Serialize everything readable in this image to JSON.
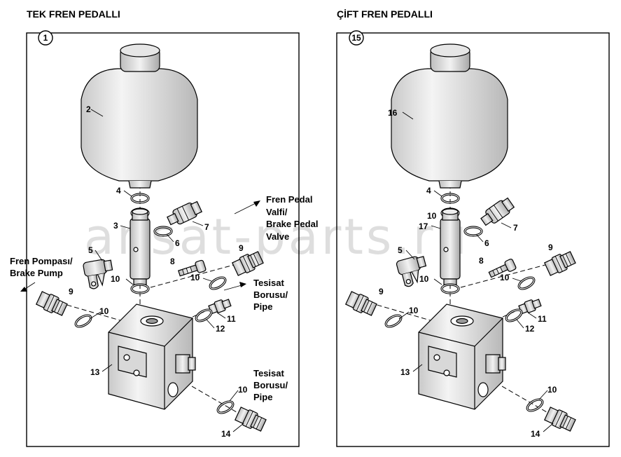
{
  "panels": [
    {
      "title": "TEK FREN PEDALLI",
      "number": "1",
      "callouts": {
        "accumulator": "2",
        "o_ring_top": "4",
        "valve_body": "3",
        "elbow": "7",
        "o_ring_mid": "6",
        "banjo": "5",
        "fitting_upper_right": "9",
        "bolt": "8",
        "o_ring_right": "10",
        "o_ring_center": "10",
        "fitting_left": "9",
        "o_ring_left": "10",
        "small_fitting": "11",
        "small_o_ring": "12",
        "manifold": "13",
        "o_ring_bottom": "10",
        "bottom_fitting": "14"
      },
      "notes": {
        "pedal_valve": [
          "Fren Pedal",
          "Valfi/",
          "Brake Pedal",
          "Valve"
        ],
        "pump": [
          "Fren Pompası/",
          "Brake Pump"
        ],
        "pipe_upper": [
          "Tesisat",
          "Borusu/",
          "Pipe"
        ],
        "pipe_lower": [
          "Tesisat",
          "Borusu/",
          "Pipe"
        ]
      }
    },
    {
      "title": "ÇİFT FREN PEDALLI",
      "number": "15",
      "callouts": {
        "accumulator": "16",
        "o_ring_top": "4",
        "o_ring_upper": "10",
        "valve_body": "17",
        "elbow": "7",
        "o_ring_mid": "6",
        "banjo": "5",
        "fitting_upper_right": "9",
        "bolt": "8",
        "o_ring_right": "10",
        "o_ring_center": "10",
        "fitting_left": "9",
        "o_ring_left": "10",
        "small_fitting": "11",
        "small_o_ring": "12",
        "manifold": "13",
        "o_ring_bottom": "10",
        "bottom_fitting": "14"
      }
    }
  ],
  "watermark": "ansat-parts.ru"
}
